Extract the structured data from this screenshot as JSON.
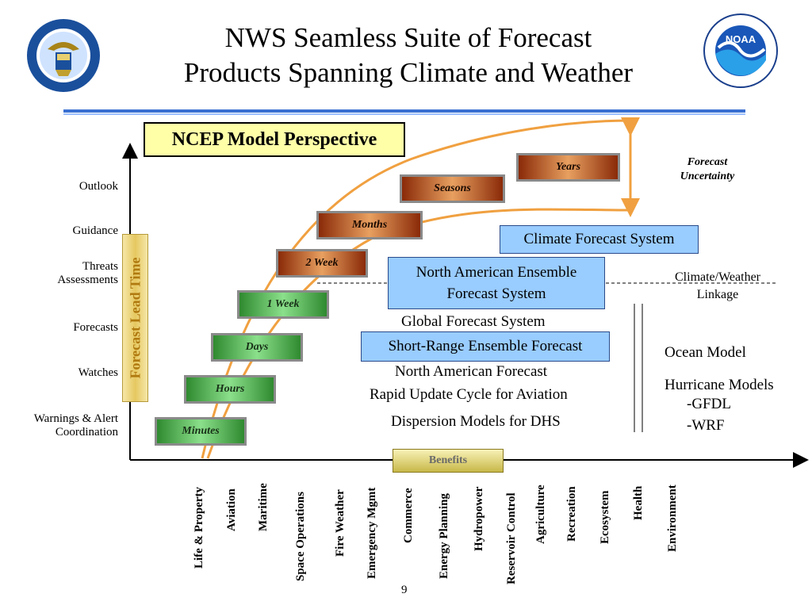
{
  "title_line1": "NWS Seamless Suite of Forecast",
  "title_line2": "Products Spanning Climate and Weather",
  "ncep_label": "NCEP Model Perspective",
  "logos": {
    "left": "department-of-commerce-seal",
    "right": "noaa-logo"
  },
  "y_axis_title": "Forecast Lead Time",
  "y_labels": {
    "outlook": "Outlook",
    "guidance": "Guidance",
    "threats_line1": "Threats",
    "threats_line2": "Assessments",
    "forecasts": "Forecasts",
    "watches": "Watches",
    "warnings_line1": "Warnings & Alert",
    "warnings_line2": "Coordination"
  },
  "time_boxes": {
    "minutes": "Minutes",
    "hours": "Hours",
    "days": "Days",
    "week1": "1 Week",
    "week2": "2 Week",
    "months": "Months",
    "seasons": "Seasons",
    "years": "Years"
  },
  "forecast_uncertainty_line1": "Forecast",
  "forecast_uncertainty_line2": "Uncertainty",
  "systems": {
    "cfs": "Climate Forecast System",
    "naefs_line1": "North American Ensemble",
    "naefs_line2": "Forecast System",
    "gfs": "Global Forecast System",
    "sref": "Short-Range Ensemble Forecast",
    "naf": "North American Forecast",
    "ruc": "Rapid Update Cycle for Aviation",
    "dispersion": "Dispersion Models for DHS"
  },
  "linkage_line1": "Climate/Weather",
  "linkage_line2": "Linkage",
  "ocean_model": "Ocean Model",
  "hurricane_models": "Hurricane Models",
  "hurricane_gfdl": "-GFDL",
  "hurricane_wrf": "-WRF",
  "benefits_label": "Benefits",
  "benefits": {
    "b0": "Life & Property",
    "b1": "Aviation",
    "b2": "Maritime",
    "b3": "Space Operations",
    "b4": "Fire Weather",
    "b5": "Emergency Mgmt",
    "b6": "Commerce",
    "b7": "Energy Planning",
    "b8": "Hydropower",
    "b9": "Reservoir Control",
    "b10": "Agriculture",
    "b11": "Recreation",
    "b12": "Ecosystem",
    "b13": "Health",
    "b14": "Environment"
  },
  "page_number": "9"
}
